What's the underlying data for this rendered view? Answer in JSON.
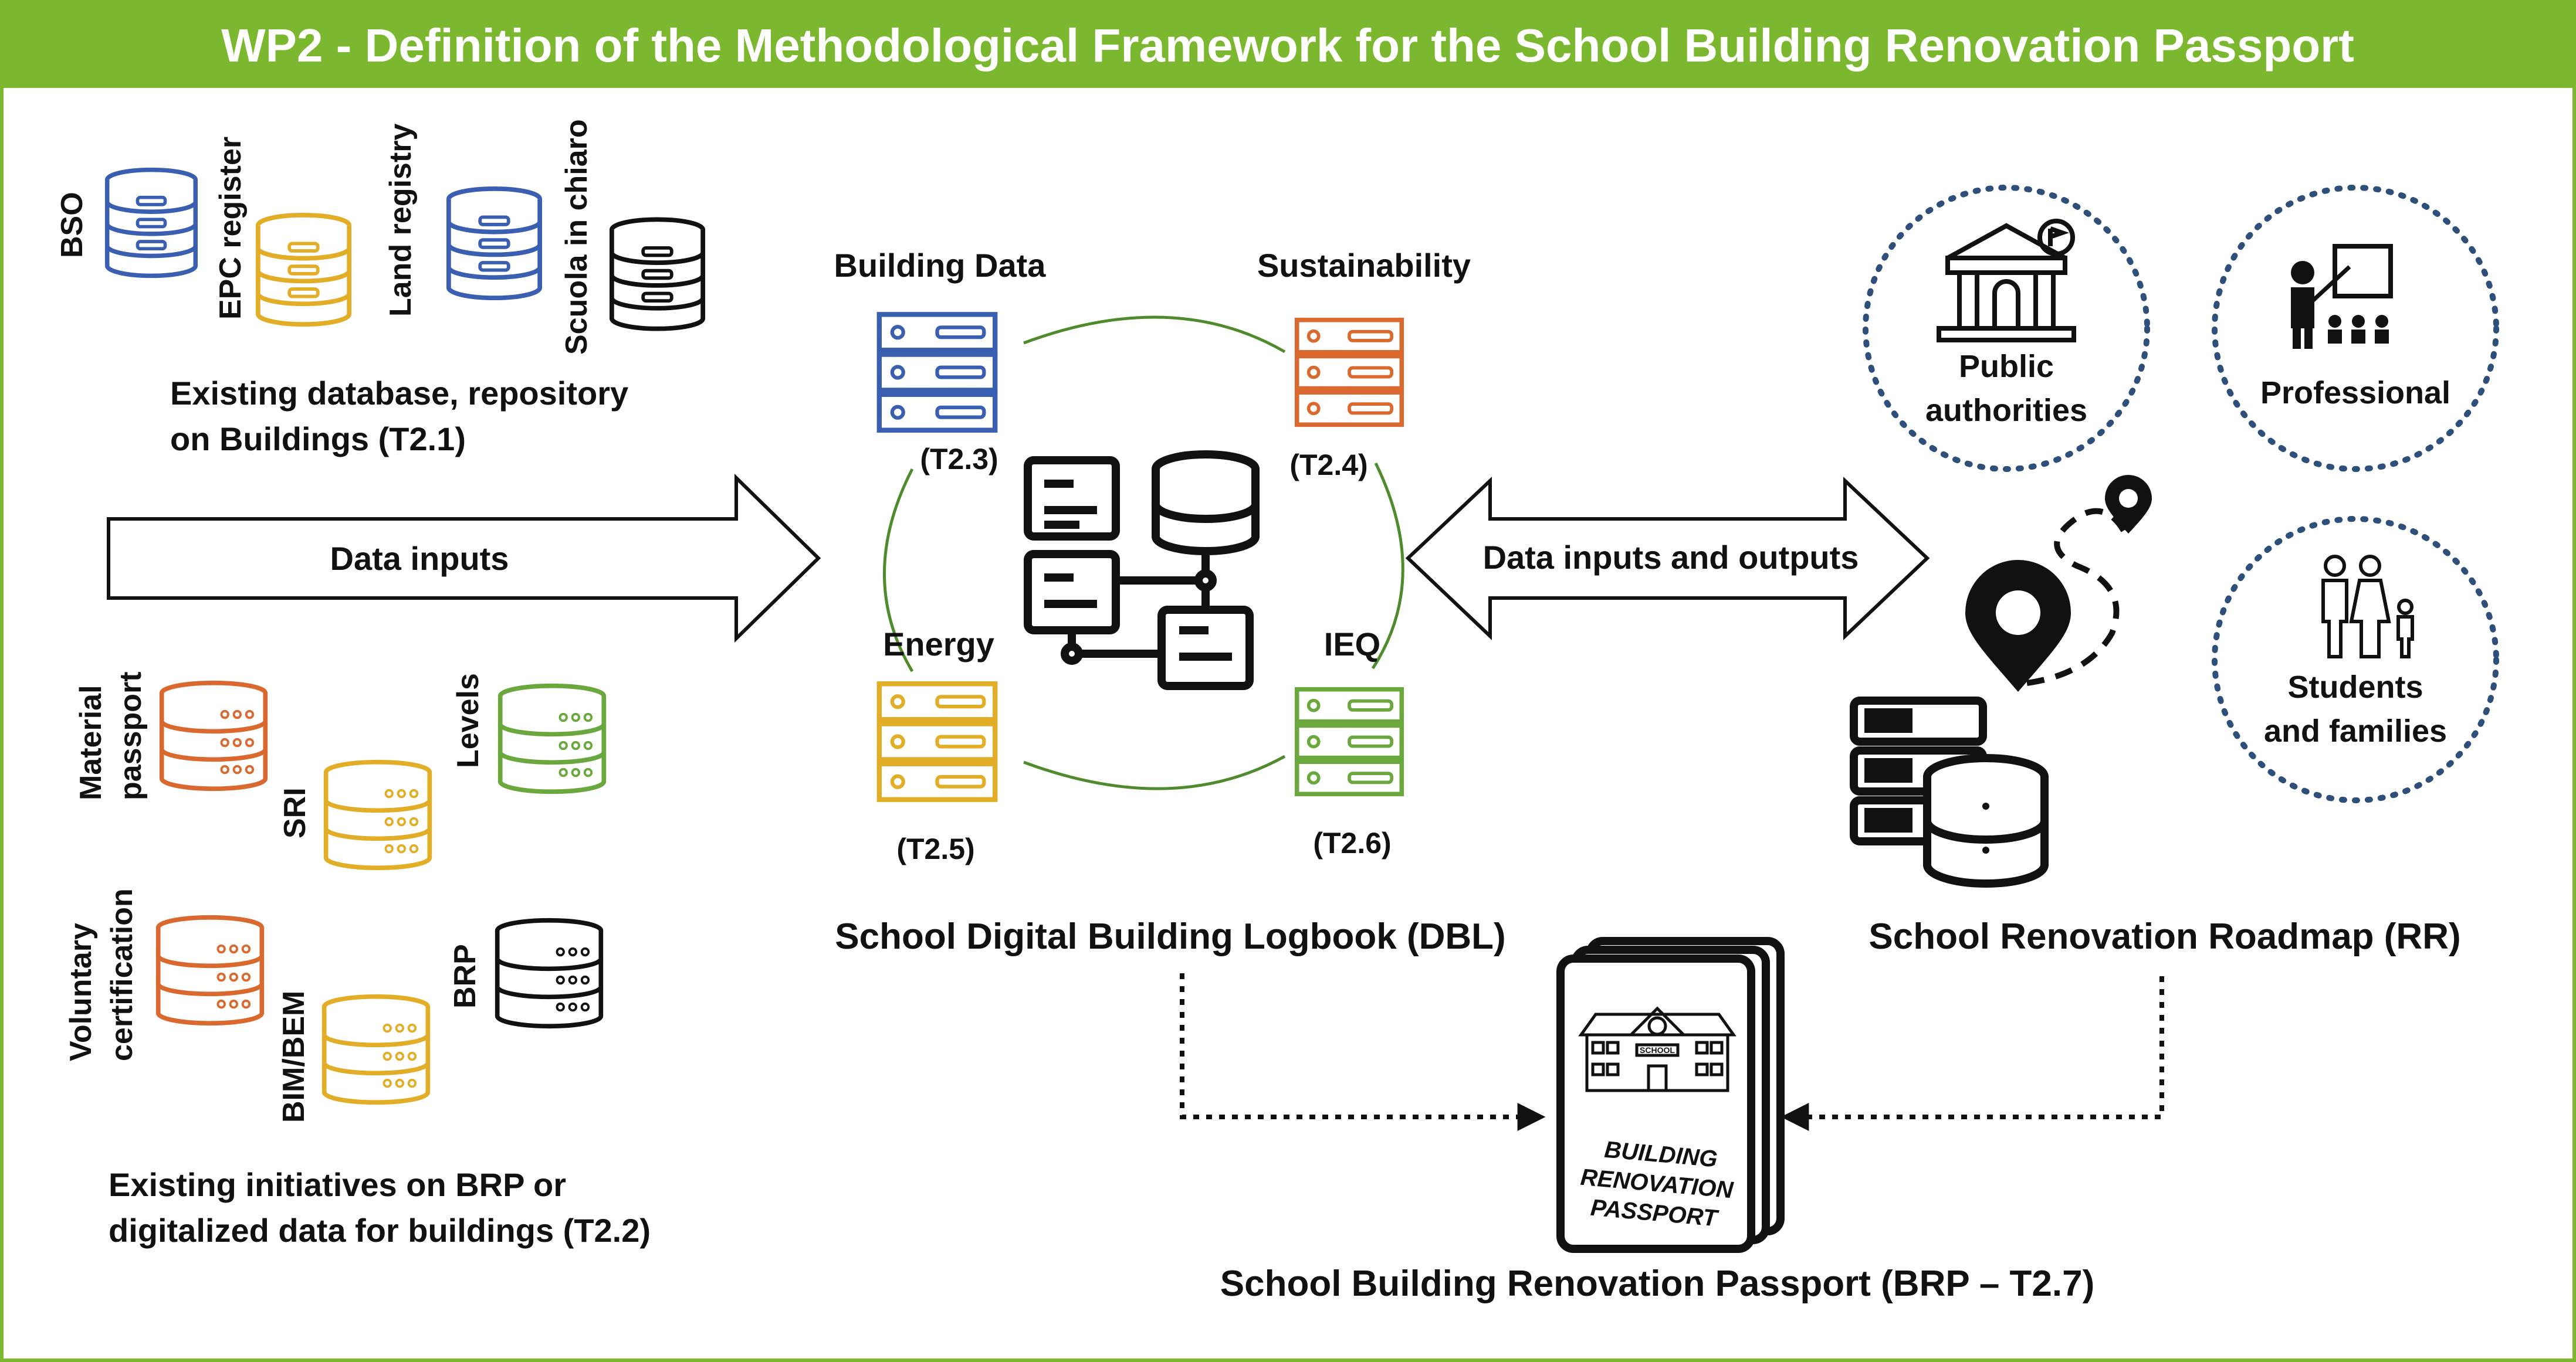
{
  "title": "WP2 - Definition of the Methodological Framework for the School Building Renovation Passport",
  "colors": {
    "frame_green": "#7cb82f",
    "blue": "#3a5fb0",
    "yellow": "#e2ae28",
    "orange": "#d9692e",
    "green": "#6aa83e",
    "black": "#111111",
    "dotted_circle": "#2e4f7a",
    "connector_green": "#4f8a2c"
  },
  "databases_t21": {
    "items": [
      {
        "label": "BSO",
        "color": "blue"
      },
      {
        "label": "EPC register",
        "color": "yellow"
      },
      {
        "label": "Land registry",
        "color": "blue"
      },
      {
        "label": "Scuola in chiaro",
        "color": "black"
      }
    ],
    "caption_line1": "Existing database, repository",
    "caption_line2": "on Buildings (T2.1)"
  },
  "initiatives_t22": {
    "items": [
      {
        "label_line1": "Material",
        "label_line2": "passport",
        "color": "orange"
      },
      {
        "label_line1": "SRI",
        "label_line2": "",
        "color": "yellow"
      },
      {
        "label_line1": "Levels",
        "label_line2": "",
        "color": "green"
      },
      {
        "label_line1": "Voluntary",
        "label_line2": "certification",
        "color": "orange"
      },
      {
        "label_line1": "BIM/BEM",
        "label_line2": "",
        "color": "yellow"
      },
      {
        "label_line1": "BRP",
        "label_line2": "",
        "color": "black"
      }
    ],
    "caption_line1": "Existing initiatives on BRP or",
    "caption_line2": "digitalized data for buildings (T2.2)"
  },
  "arrows": {
    "data_inputs": "Data inputs",
    "data_inputs_outputs": "Data inputs and outputs"
  },
  "logbook": {
    "modules": [
      {
        "name": "Building Data",
        "task": "(T2.3)",
        "color": "blue"
      },
      {
        "name": "Sustainability",
        "task": "(T2.4)",
        "color": "orange"
      },
      {
        "name": "Energy",
        "task": "(T2.5)",
        "color": "yellow"
      },
      {
        "name": "IEQ",
        "task": "(T2.6)",
        "color": "green"
      }
    ],
    "title": "School Digital Building Logbook (DBL)"
  },
  "roadmap": {
    "title": "School Renovation Roadmap (RR)"
  },
  "stakeholders": [
    {
      "line1": "Public",
      "line2": "authorities",
      "icon": "public-building-icon"
    },
    {
      "line1": "Professional",
      "line2": "",
      "icon": "teacher-icon"
    },
    {
      "line1": "Students",
      "line2": "and families",
      "icon": "family-icon"
    }
  ],
  "passport": {
    "school_sign": "SCHOOL",
    "cover_line1": "BUILDING",
    "cover_line2": "RENOVATION",
    "cover_line3": "PASSPORT",
    "title": "School Building Renovation Passport (BRP – T2.7)"
  }
}
